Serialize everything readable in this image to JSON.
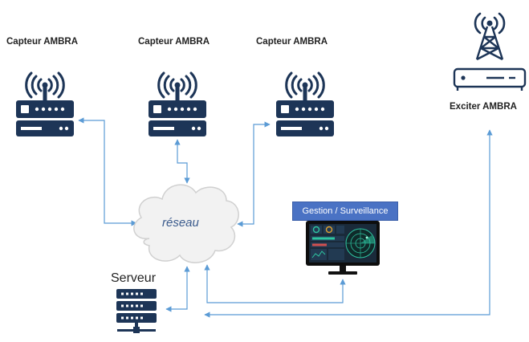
{
  "nodes": {
    "capteur_1": {
      "label": "Capteur AMBRA"
    },
    "capteur_2": {
      "label": "Capteur AMBRA"
    },
    "capteur_3": {
      "label": "Capteur AMBRA"
    },
    "exciter": {
      "label": "Exciter AMBRA"
    },
    "serveur": {
      "label": "Serveur"
    },
    "reseau": {
      "label": "réseau"
    },
    "gestion": {
      "label": "Gestion / Surveillance"
    }
  },
  "colors": {
    "device_navy": "#1d3557",
    "connector_blue": "#5b9bd5",
    "cloud_fill": "#f2f2f2",
    "cloud_stroke": "#d0d0d0",
    "gestion_box": "#4a72c4",
    "monitor_screen": "#1a2a3a",
    "radar_green": "#2ec4a0"
  },
  "icons": {
    "capteur": "wifi-router-icon",
    "exciter": "antenna-tower-icon",
    "exciter_body": "exciter-box-icon",
    "serveur": "server-stack-icon",
    "reseau": "cloud-icon",
    "gestion": "monitor-dashboard-icon"
  }
}
